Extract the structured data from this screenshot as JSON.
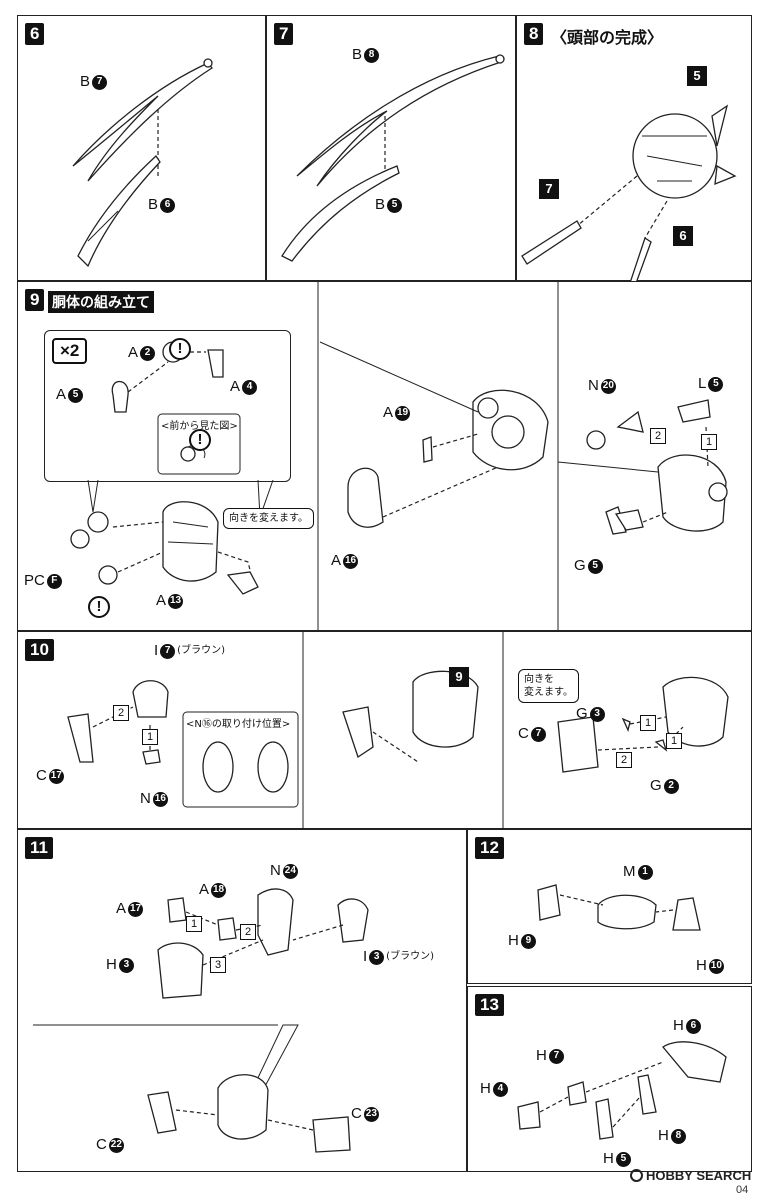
{
  "steps": {
    "s6": {
      "number": "6",
      "labels": {
        "top": {
          "letter": "B",
          "num": "7"
        },
        "bottom": {
          "letter": "B",
          "num": "6"
        }
      }
    },
    "s7": {
      "number": "7",
      "labels": {
        "top": {
          "letter": "B",
          "num": "8"
        },
        "bottom": {
          "letter": "B",
          "num": "5"
        }
      }
    },
    "s8": {
      "number": "8",
      "title": "〈頭部の完成〉",
      "refs": [
        "5",
        "7",
        "6"
      ]
    },
    "s9": {
      "number": "9",
      "title": "胴体の組み立て",
      "multiplier": "×2",
      "front_view": "<前から見た図>",
      "turn_note": "向きを変えます。",
      "warning": "!",
      "labels": {
        "a2": {
          "letter": "A",
          "num": "2"
        },
        "a4": {
          "letter": "A",
          "num": "4"
        },
        "a5": {
          "letter": "A",
          "num": "5"
        },
        "pcf": {
          "letter": "PC",
          "num": "F"
        },
        "a13": {
          "letter": "A",
          "num": "13"
        },
        "a19": {
          "letter": "A",
          "num": "19"
        },
        "a16": {
          "letter": "A",
          "num": "16"
        },
        "n20": {
          "letter": "N",
          "num": "20"
        },
        "l5": {
          "letter": "L",
          "num": "5"
        },
        "g5": {
          "letter": "G",
          "num": "5"
        }
      },
      "seq": [
        "2",
        "1"
      ]
    },
    "s10": {
      "number": "10",
      "turn_note": "向きを\n変えます。",
      "n16_position": "<N⑯の取り付け位置>",
      "ref": "9",
      "labels": {
        "i7": {
          "letter": "I",
          "num": "7",
          "note": "(ブラウン)"
        },
        "c17": {
          "letter": "C",
          "num": "17"
        },
        "n16": {
          "letter": "N",
          "num": "16"
        },
        "g3": {
          "letter": "G",
          "num": "3"
        },
        "c7": {
          "letter": "C",
          "num": "7"
        },
        "g2": {
          "letter": "G",
          "num": "2"
        }
      },
      "seq": [
        "2",
        "1",
        "1",
        "2",
        "1"
      ]
    },
    "s11": {
      "number": "11",
      "labels": {
        "a17": {
          "letter": "A",
          "num": "17"
        },
        "a18": {
          "letter": "A",
          "num": "18"
        },
        "n24": {
          "letter": "N",
          "num": "24"
        },
        "h3": {
          "letter": "H",
          "num": "3"
        },
        "i3": {
          "letter": "I",
          "num": "3",
          "note": "(ブラウン)"
        },
        "c22": {
          "letter": "C",
          "num": "22"
        },
        "c23": {
          "letter": "C",
          "num": "23"
        }
      },
      "seq": [
        "1",
        "2",
        "3"
      ]
    },
    "s12": {
      "number": "12",
      "labels": {
        "m1": {
          "letter": "M",
          "num": "1"
        },
        "h9": {
          "letter": "H",
          "num": "9"
        },
        "h10": {
          "letter": "H",
          "num": "10"
        }
      }
    },
    "s13": {
      "number": "13",
      "labels": {
        "h6": {
          "letter": "H",
          "num": "6"
        },
        "h7": {
          "letter": "H",
          "num": "7"
        },
        "h4": {
          "letter": "H",
          "num": "4"
        },
        "h8": {
          "letter": "H",
          "num": "8"
        },
        "h5": {
          "letter": "H",
          "num": "5"
        }
      }
    }
  },
  "watermark": "HOBBY SEARCH",
  "page_number": "04"
}
